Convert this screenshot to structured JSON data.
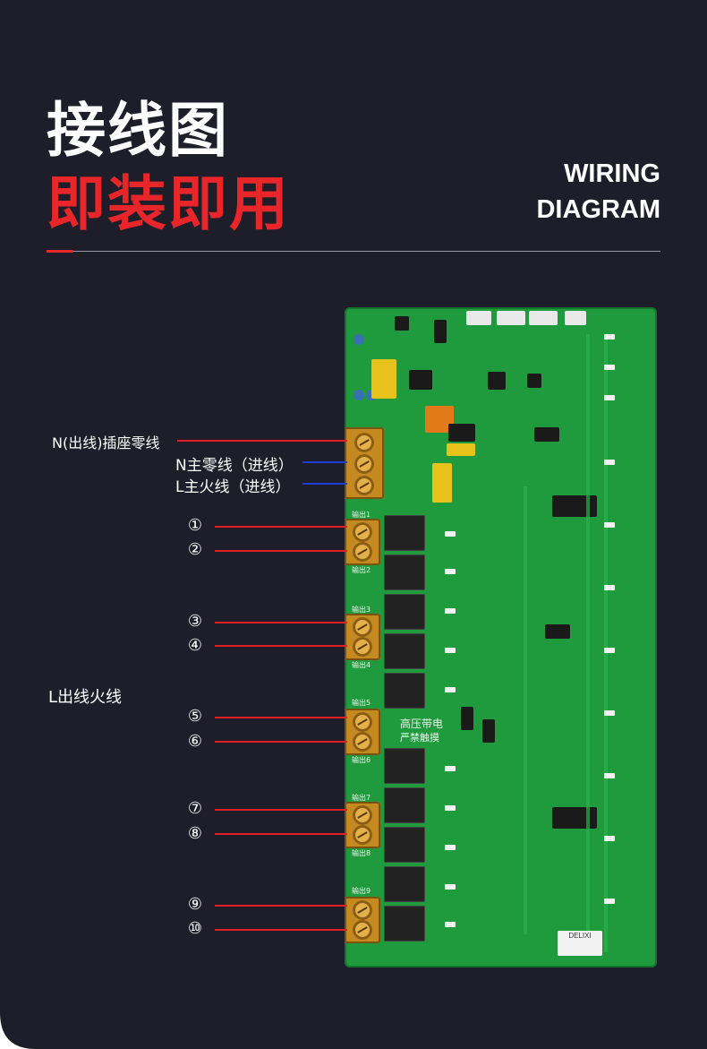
{
  "header": {
    "title": "接线图",
    "subtitle": "即装即用",
    "title_en_line1": "WIRING",
    "title_en_line2": "DIAGRAM"
  },
  "labels": {
    "n_out_socket_neutral": "N(出线)插座零线",
    "n_main_neutral_in": "N主零线（进线）",
    "l_main_live_in": "L主火线（进线）",
    "l_out_live": "L出线火线"
  },
  "outputs": [
    "①",
    "②",
    "③",
    "④",
    "⑤",
    "⑥",
    "⑦",
    "⑧",
    "⑨",
    "⑩"
  ],
  "board": {
    "brand": "DELIXI",
    "warning_line1": "高压带电",
    "warning_line2": "严禁触摸",
    "output_labels": [
      "输出1",
      "输出2",
      "输出3",
      "输出4",
      "输出5",
      "输出6",
      "输出7",
      "输出8",
      "输出9"
    ]
  },
  "colors": {
    "background": "#1e1e2a",
    "accent_red": "#e8262a",
    "wire_red": "#e01f25",
    "wire_blue": "#1b3fd6",
    "pcb_green": "#1f9a3d"
  }
}
